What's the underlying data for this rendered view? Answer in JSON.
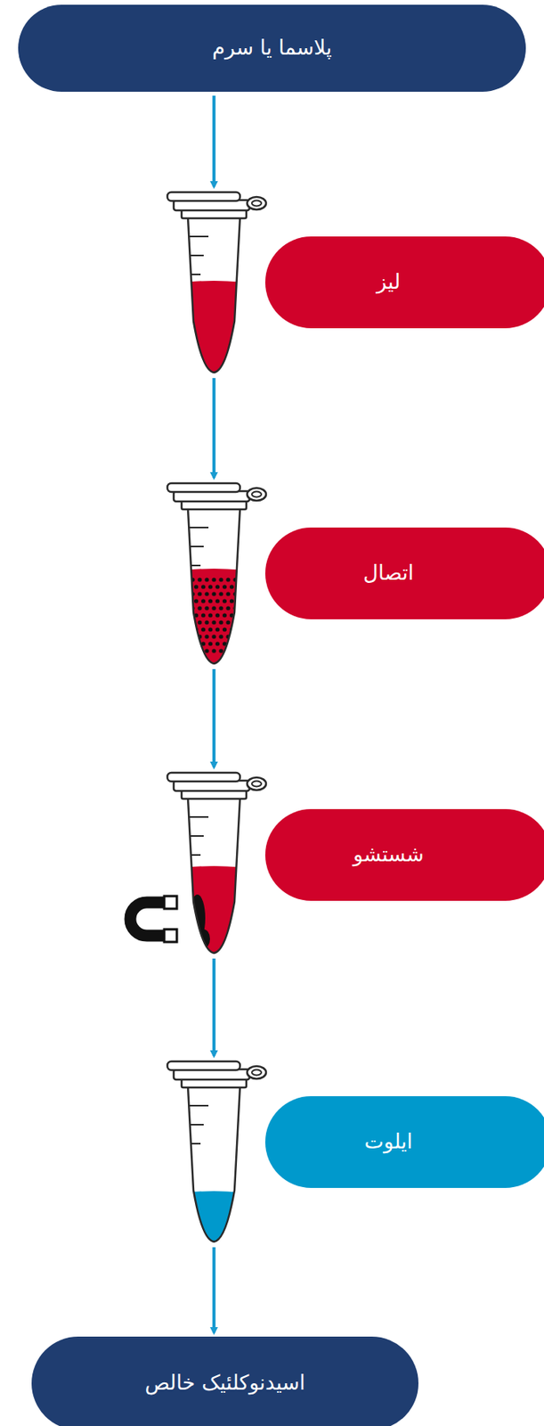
{
  "diagram": {
    "nodes": [
      {
        "text": [
          "پلاسما یا سرم"
        ]
      },
      {
        "text": [
          "لیز"
        ]
      },
      {
        "text": [
          "اتصال"
        ]
      },
      {
        "text": [
          "شستشو"
        ]
      },
      {
        "text": [
          "ایلوت"
        ]
      },
      {
        "text": [
          "اسیدنوکلئیک خالص"
        ]
      }
    ],
    "edges": [
      {
        "from": 0,
        "to": 1,
        "arrow": "to"
      },
      {
        "from": 1,
        "to": 2,
        "arrow": "to"
      },
      {
        "from": 2,
        "to": 3,
        "arrow": "to"
      },
      {
        "from": 3,
        "to": 4,
        "arrow": "to"
      },
      {
        "from": 4,
        "to": 5,
        "arrow": "to"
      }
    ]
  }
}
